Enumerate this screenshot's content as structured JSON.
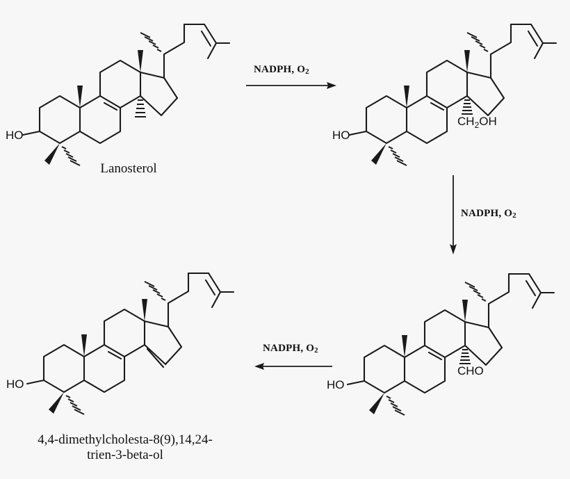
{
  "diagram": {
    "title": "Lanosterol 14-alpha-demethylation pathway",
    "background_color": "#f7f7f7",
    "stroke_color": "#1a1a1a"
  },
  "structures": [
    {
      "id": "lanosterol",
      "caption": "Lanosterol",
      "hydroxyl_label": "HO",
      "substituent_label": "",
      "substituent_sub": "",
      "substituent_tail": ""
    },
    {
      "id": "hydroxymethyl-lanosterol",
      "caption": "",
      "hydroxyl_label": "HO",
      "substituent_label": "CH",
      "substituent_sub": "2",
      "substituent_tail": "OH"
    },
    {
      "id": "carboxaldehyde-lanosterol",
      "caption": "",
      "hydroxyl_label": "HO",
      "substituent_label": "CHO",
      "substituent_sub": "",
      "substituent_tail": ""
    },
    {
      "id": "dimethylcholestatrienol",
      "caption_line1": "4,4-dimethylcholesta-8(9),14,24-",
      "caption_line2": "trien-3-beta-ol",
      "hydroxyl_label": "HO",
      "substituent_label": "",
      "substituent_sub": "",
      "substituent_tail": ""
    }
  ],
  "arrows": [
    {
      "id": "arrow-top",
      "label": "NADPH, O",
      "label_sub": "2",
      "direction": "right"
    },
    {
      "id": "arrow-right",
      "label": "NADPH, O",
      "label_sub": "2",
      "direction": "down"
    },
    {
      "id": "arrow-bottom",
      "label": "NADPH, O",
      "label_sub": "2",
      "direction": "left"
    }
  ]
}
